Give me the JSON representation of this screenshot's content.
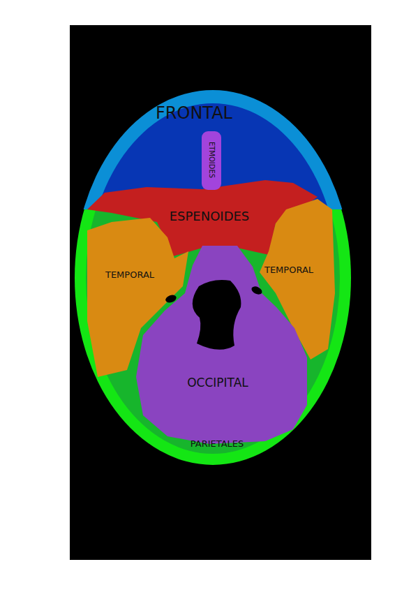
{
  "diagram": {
    "labels": [
      "FRONTAL",
      "ETMOIDES",
      "ESPENOIDES",
      "TEMPORAL",
      "TEMPORAL",
      "OCCIPITAL",
      "PARIETALES"
    ]
  }
}
